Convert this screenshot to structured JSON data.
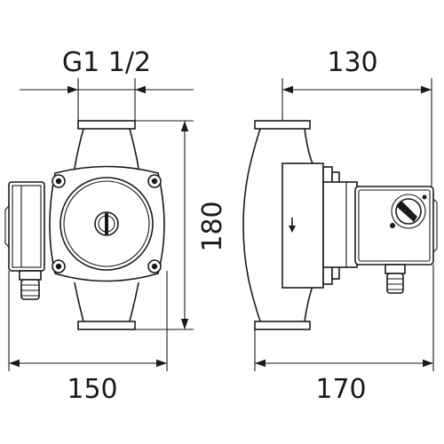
{
  "dimensions": {
    "port_size": "G1 1/2",
    "depth_top": "130",
    "height": "180",
    "width_front": "150",
    "width_side": "170"
  }
}
